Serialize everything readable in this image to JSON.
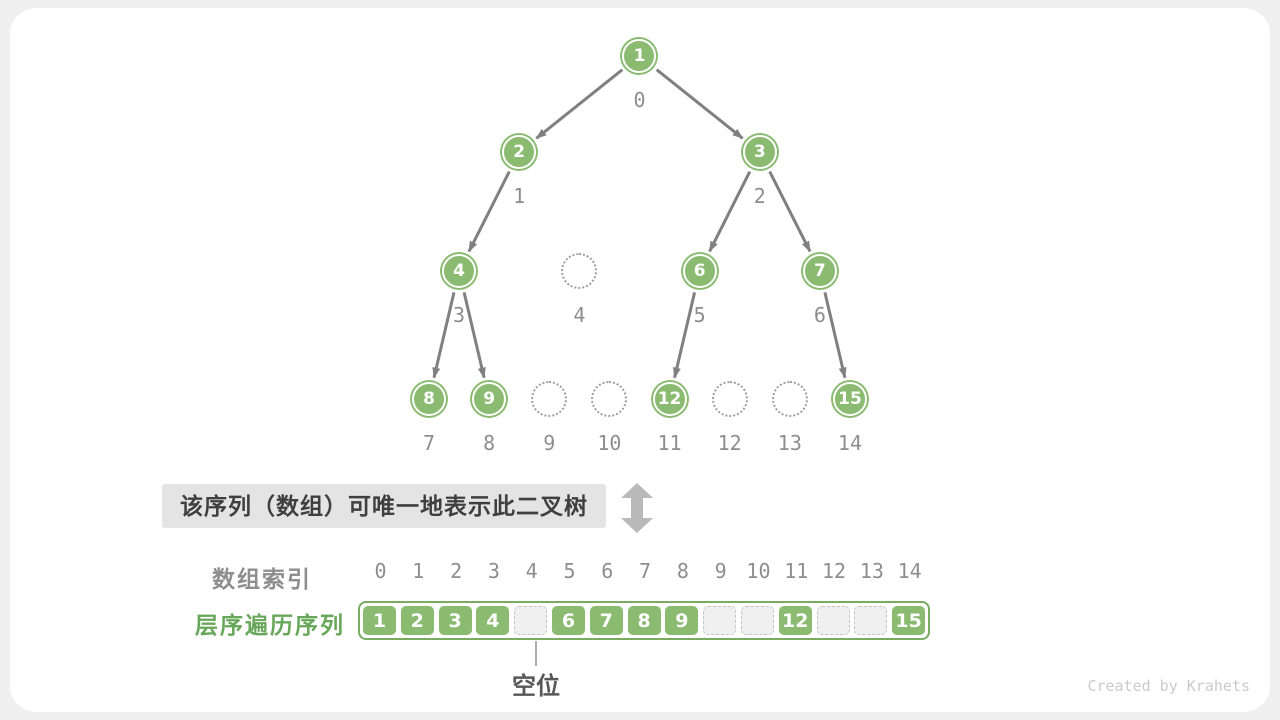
{
  "colors": {
    "page_bg": "#efefef",
    "card_bg": "#ffffff",
    "green": "#8abb70",
    "green_border": "#7bab61",
    "seq_label_green": "#68a759",
    "arrow_gray": "#808080",
    "index_gray": "#8e8e8e",
    "caption_bg": "#e4e4e4",
    "caption_text": "#3f3f3f",
    "empty_cell_bg": "#f0f0f0",
    "empty_cell_border": "#c4c4c4",
    "empty_node_border": "#9e9e9e",
    "updown_gray": "#b9b9b9",
    "empty_label_text": "#575757",
    "watermark_gray": "#cbcbcb"
  },
  "tree": {
    "values": [
      1,
      2,
      3,
      4,
      null,
      6,
      7,
      8,
      9,
      null,
      null,
      12,
      null,
      null,
      15
    ],
    "index_labels": [
      "0",
      "1",
      "2",
      "3",
      "4",
      "5",
      "6",
      "7",
      "8",
      "9",
      "10",
      "11",
      "12",
      "13",
      "14"
    ]
  },
  "caption": {
    "text": "该序列（数组）可唯一地表示此二叉树"
  },
  "array_section": {
    "index_label": "数组索引",
    "sequence_label": "层序遍历序列",
    "indices": [
      "0",
      "1",
      "2",
      "3",
      "4",
      "5",
      "6",
      "7",
      "8",
      "9",
      "10",
      "11",
      "12",
      "13",
      "14"
    ],
    "cells": [
      1,
      2,
      3,
      4,
      null,
      6,
      7,
      8,
      9,
      null,
      null,
      12,
      null,
      null,
      15
    ],
    "empty_label": "空位"
  },
  "watermark": {
    "text": "Created by Krahets"
  }
}
